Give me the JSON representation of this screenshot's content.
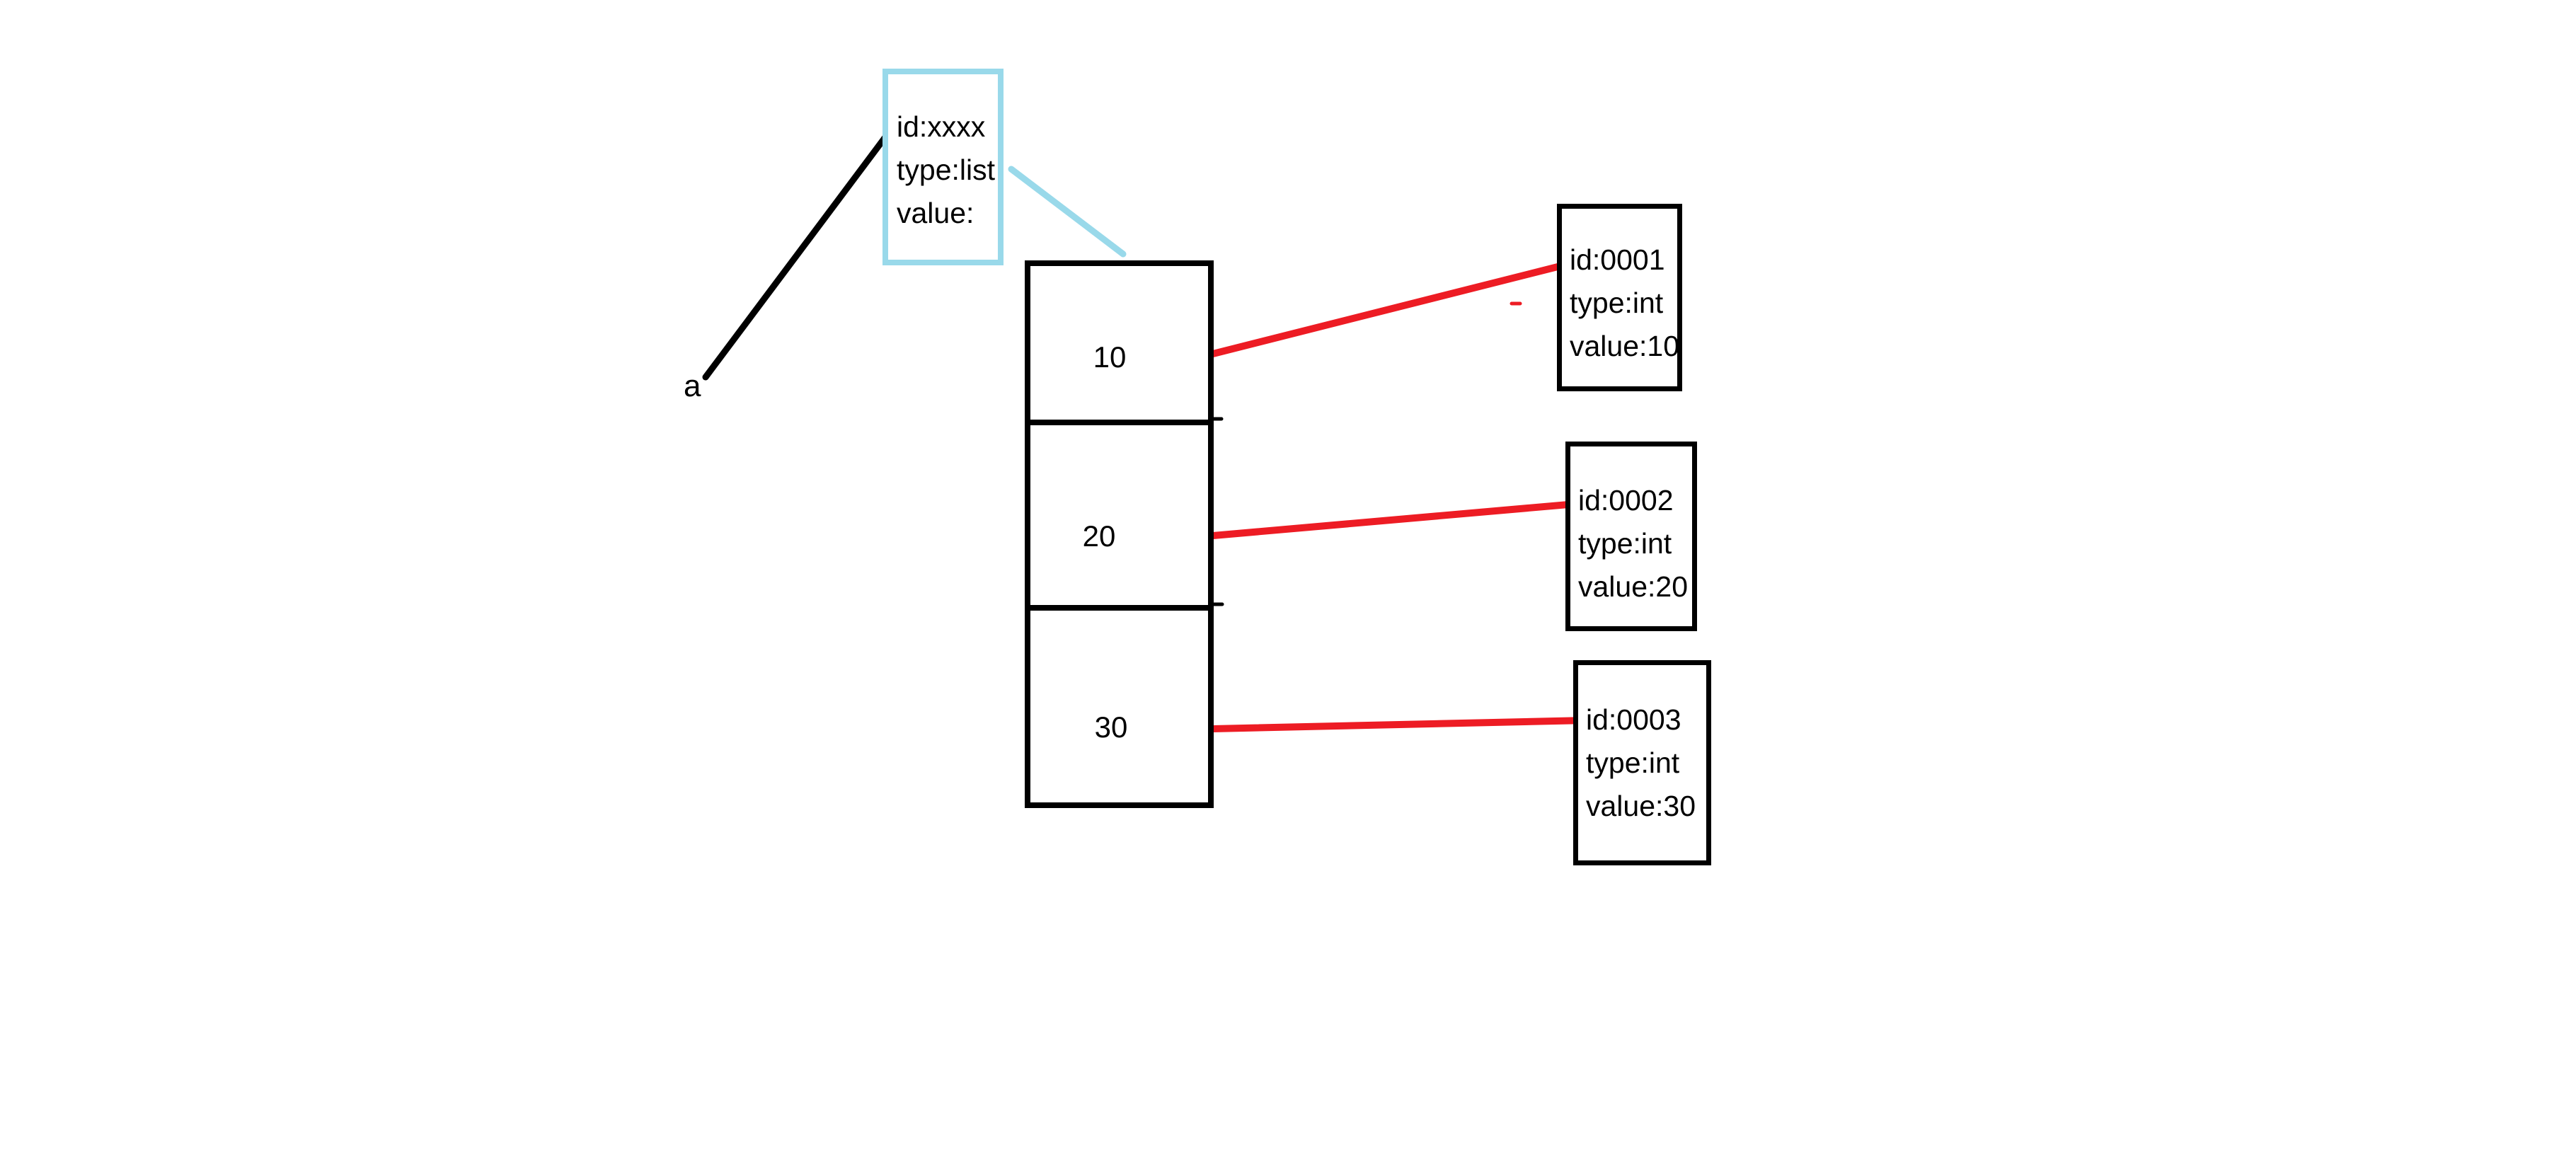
{
  "title": "python list memory model sketch",
  "colors": {
    "background": "#ffffff",
    "ink": "#000000",
    "list_accent": "#99D9EA",
    "reference_line": "#ED1C24"
  },
  "variable": {
    "label": "a"
  },
  "list_object": {
    "lines": [
      "id:xxxx",
      "type:list",
      "value:"
    ]
  },
  "list_cells": [
    {
      "value": "10"
    },
    {
      "value": "20"
    },
    {
      "value": "30"
    }
  ],
  "int_objects": [
    {
      "lines": [
        "id:0001",
        "type:int",
        "value:10"
      ]
    },
    {
      "lines": [
        "id:0002",
        "type:int",
        "value:20"
      ]
    },
    {
      "lines": [
        "id:0003",
        "type:int",
        "value:30"
      ]
    }
  ],
  "edges": [
    {
      "from": "variable a",
      "to": "list object",
      "color": "#000000"
    },
    {
      "from": "list object value",
      "to": "cell stack",
      "color": "#99D9EA"
    },
    {
      "from": "cell 10",
      "to": "int object id:0001",
      "color": "#ED1C24"
    },
    {
      "from": "cell 20",
      "to": "int object id:0002",
      "color": "#ED1C24"
    },
    {
      "from": "cell 30",
      "to": "int object id:0003",
      "color": "#ED1C24"
    }
  ]
}
